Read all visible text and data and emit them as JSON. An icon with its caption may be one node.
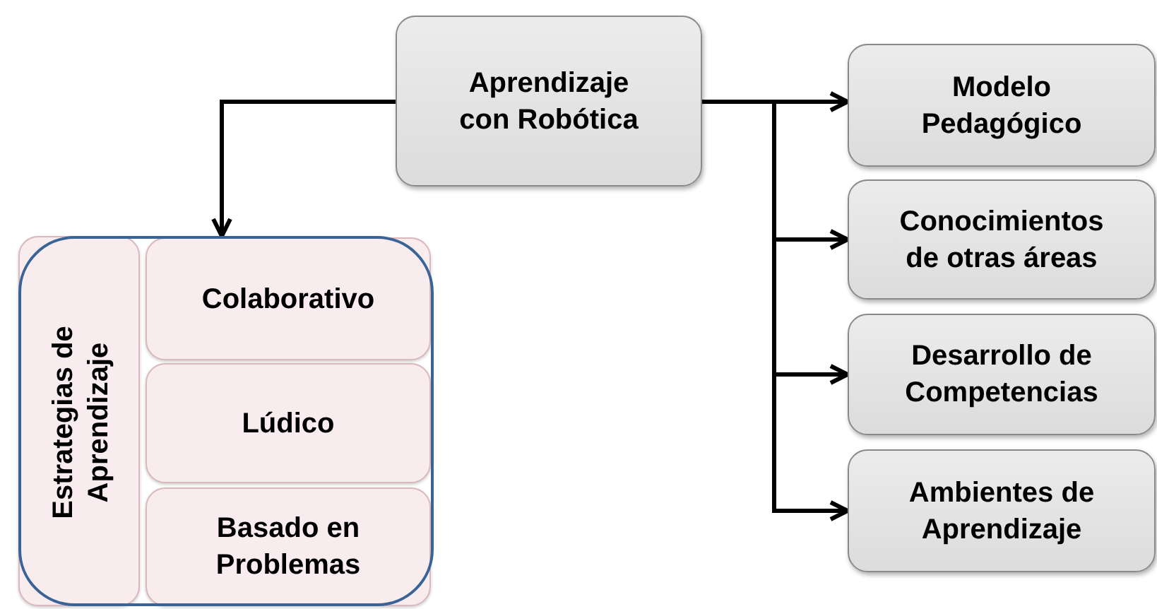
{
  "diagram": {
    "nodes": [
      {
        "text": [
          "Aprendizaje con Robótica"
        ]
      },
      {
        "text": [
          "Estrategias de Aprendizaje"
        ]
      },
      {
        "text": [
          "Colaborativo"
        ],
        "in": 1
      },
      {
        "text": [
          "Lúdico"
        ],
        "in": 1
      },
      {
        "text": [
          "Basado en Problemas"
        ],
        "in": 1
      },
      {
        "text": [
          "Modelo Pedagógico"
        ]
      },
      {
        "text": [
          "Conocimientos de otras áreas"
        ]
      },
      {
        "text": [
          "Desarrollo de Competencias"
        ]
      },
      {
        "text": [
          "Ambientes de Aprendizaje"
        ]
      }
    ],
    "edges": [
      {
        "from": 0,
        "to": 1,
        "arrow": "to"
      },
      {
        "from": 0,
        "to": 5,
        "arrow": "to"
      },
      {
        "from": 0,
        "to": 6,
        "arrow": "to"
      },
      {
        "from": 0,
        "to": 7,
        "arrow": "to"
      },
      {
        "from": 0,
        "to": 8,
        "arrow": "to"
      }
    ]
  }
}
